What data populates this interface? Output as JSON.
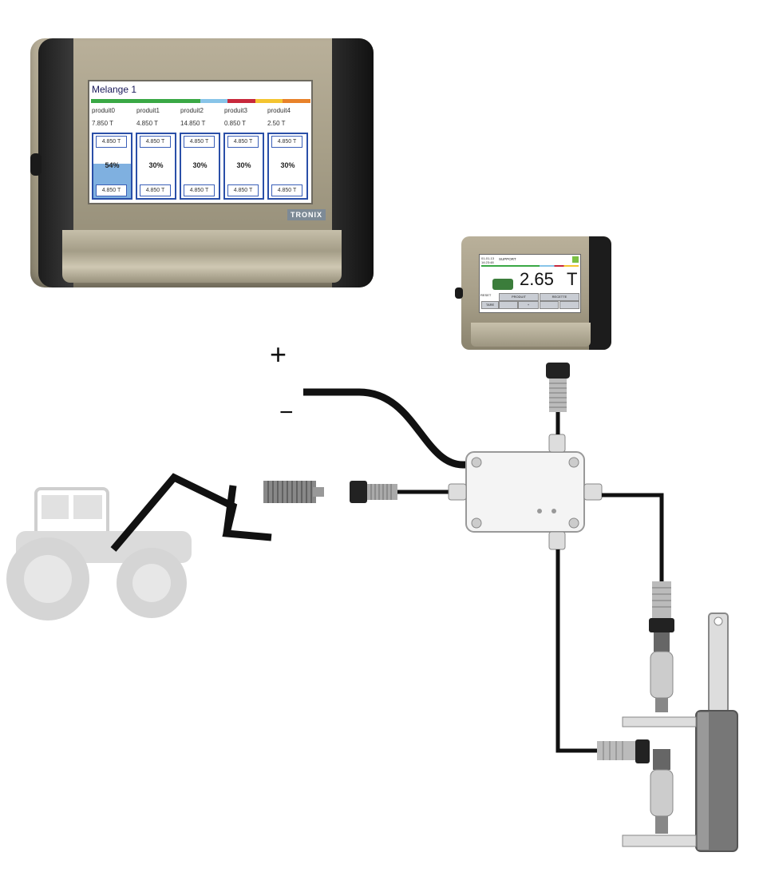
{
  "large_terminal": {
    "title": "Melange 1",
    "color_bar": [
      "#3aa845",
      "#3aa845",
      "#3aa845",
      "#3aa845",
      "#88c4e8",
      "#c8283c",
      "#f4c430",
      "#e8822a"
    ],
    "products": [
      {
        "name": "produit0",
        "total": "7.850 T",
        "top": "4.850 T",
        "percent": "54%",
        "fill_fraction": 0.54,
        "bottom": "4.850 T"
      },
      {
        "name": "produit1",
        "total": "4.850 T",
        "top": "4.850 T",
        "percent": "30%",
        "fill_fraction": 0,
        "bottom": "4.850 T"
      },
      {
        "name": "produit2",
        "total": "14.850 T",
        "top": "4.850 T",
        "percent": "30%",
        "fill_fraction": 0,
        "bottom": "4.850 T"
      },
      {
        "name": "produit3",
        "total": "0.850 T",
        "top": "4.850 T",
        "percent": "30%",
        "fill_fraction": 0,
        "bottom": "4.850 T"
      },
      {
        "name": "produit4",
        "total": "2.50 T",
        "top": "4.850 T",
        "percent": "30%",
        "fill_fraction": 0,
        "bottom": "4.850 T"
      }
    ],
    "brand": "TRONIX"
  },
  "small_terminal": {
    "date": "01-01-13",
    "time": "14:23:48",
    "mode": "SUPPORT",
    "weight_value": "2.65",
    "weight_unit": "T",
    "side_label": "RESET",
    "buttons_row1": [
      "PRODUIT",
      "RECETTE"
    ],
    "buttons_row2": [
      "TARE",
      "+"
    ]
  },
  "power_supply": {
    "plus_symbol": "+",
    "minus_symbol": "−"
  }
}
